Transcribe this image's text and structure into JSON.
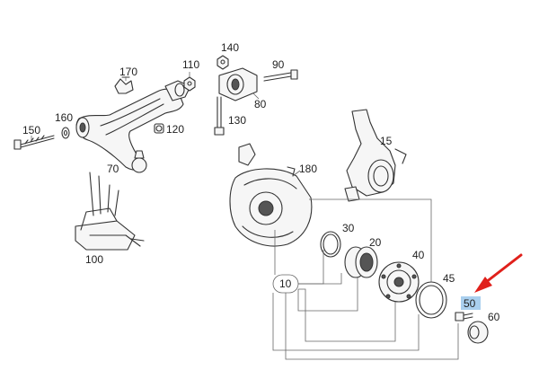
{
  "diagram": {
    "labels": {
      "p10": "10",
      "p15": "15",
      "p20": "20",
      "p30": "30",
      "p40": "40",
      "p45": "45",
      "p50": "50",
      "p60": "60",
      "p70": "70",
      "p80": "80",
      "p90": "90",
      "p100": "100",
      "p110": "110",
      "p120": "120",
      "p130": "130",
      "p140": "140",
      "p150": "150",
      "p160": "160",
      "p170": "170",
      "p180": "180"
    },
    "colors": {
      "line": "#333333",
      "highlight": "#a9cfee",
      "arrow": "#e0201b",
      "label_box": "#ffffff"
    },
    "highlighted_part": "50"
  }
}
